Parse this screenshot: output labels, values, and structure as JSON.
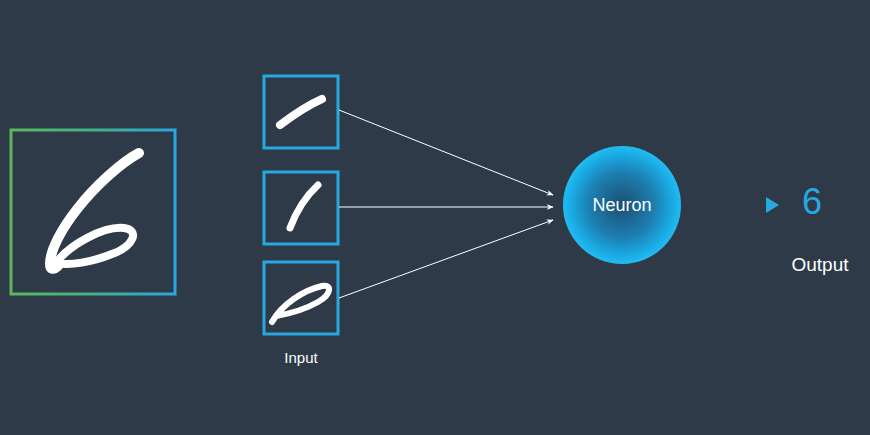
{
  "diagram": {
    "nodes": [
      {
        "text": [
          "Neuron"
        ]
      }
    ],
    "labels": [
      "Input",
      "6",
      "Output"
    ]
  }
}
